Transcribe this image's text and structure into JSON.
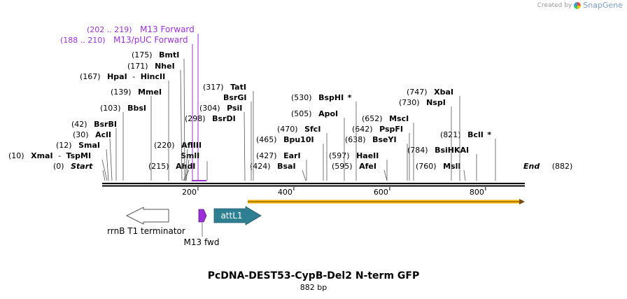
{
  "watermark": {
    "prefix": "Created by",
    "brand": "SnapGene"
  },
  "map": {
    "name": "PcDNA-DEST53-CypB-Del2 N-term GFP",
    "length_label": "882 bp",
    "length": 882,
    "start_label": "Start",
    "start_pos": "(0)",
    "end_label": "End",
    "end_pos": "(882)",
    "ruler_ticks": [
      200,
      400,
      600,
      800
    ]
  },
  "primers": [
    {
      "pos": "(202 .. 219)",
      "name": "M13 Forward"
    },
    {
      "pos": "(188 .. 210)",
      "name": "M13/pUC Forward"
    }
  ],
  "sites": [
    {
      "pos": "(175)",
      "name": "BmtI"
    },
    {
      "pos": "(171)",
      "name": "NheI"
    },
    {
      "pos": "(167)",
      "name": "HpaI",
      "extra": "HincII"
    },
    {
      "pos": "(139)",
      "name": "MmeI"
    },
    {
      "pos": "(103)",
      "name": "BbsI"
    },
    {
      "pos": "(42)",
      "name": "BsrBI"
    },
    {
      "pos": "(30)",
      "name": "AclI"
    },
    {
      "pos": "(12)",
      "name": "SmaI"
    },
    {
      "pos": "(10)",
      "name": "XmaI",
      "extra": "TspMI"
    },
    {
      "pos": "(220)",
      "name": "AflIII"
    },
    {
      "pos": "",
      "name": "SmlI"
    },
    {
      "pos": "(215)",
      "name": "AhdI"
    },
    {
      "pos": "(317)",
      "name": "TatI"
    },
    {
      "pos": "",
      "name": "BsrGI"
    },
    {
      "pos": "(304)",
      "name": "PsiI"
    },
    {
      "pos": "(298)",
      "name": "BsrDI"
    },
    {
      "pos": "(530)",
      "name": "BspHI",
      "star": true
    },
    {
      "pos": "(505)",
      "name": "ApoI"
    },
    {
      "pos": "(470)",
      "name": "SfcI"
    },
    {
      "pos": "(465)",
      "name": "Bpu10I"
    },
    {
      "pos": "(427)",
      "name": "EarI"
    },
    {
      "pos": "(424)",
      "name": "BsaI"
    },
    {
      "pos": "(652)",
      "name": "MscI"
    },
    {
      "pos": "(642)",
      "name": "PspFI"
    },
    {
      "pos": "(638)",
      "name": "BseYI"
    },
    {
      "pos": "(597)",
      "name": "HaeII"
    },
    {
      "pos": "(595)",
      "name": "AfeI"
    },
    {
      "pos": "(747)",
      "name": "XbaI"
    },
    {
      "pos": "(730)",
      "name": "NspI"
    },
    {
      "pos": "(821)",
      "name": "BclI",
      "star": true
    },
    {
      "pos": "(784)",
      "name": "BsiHKAI"
    },
    {
      "pos": "(760)",
      "name": "MslI"
    }
  ],
  "features": [
    {
      "name": "rrnB T1 terminator",
      "direction": "reverse",
      "color": "#ffffff"
    },
    {
      "name": "M13 fwd",
      "direction": "forward",
      "color": "#9b30d9"
    },
    {
      "name": "attL1",
      "direction": "forward",
      "color": "#2f7f93"
    }
  ],
  "orf": {
    "color": "#f2b400"
  },
  "colors": {
    "primer": "#9b30d9",
    "backbone": "#000000"
  }
}
